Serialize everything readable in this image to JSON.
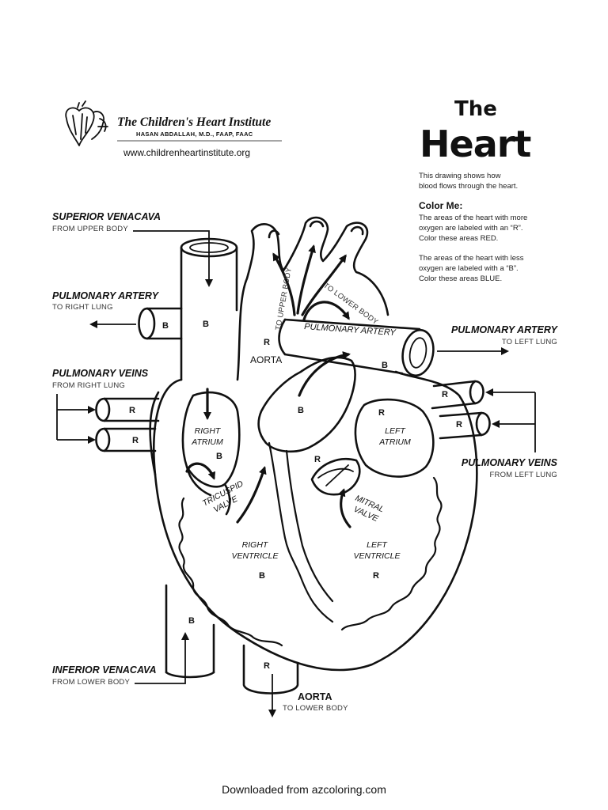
{
  "institute": {
    "name": "The Children's Heart Institute",
    "doctor": "HASAN ABDALLAH, M.D., FAAP, FAAC",
    "website": "www.childrenheartinstitute.org"
  },
  "title": {
    "the": "The",
    "heart": "Heart"
  },
  "intro": {
    "line1": "This drawing shows how",
    "line2": "blood flows through the heart."
  },
  "color_me": {
    "heading": "Color Me:",
    "red": [
      "The areas of the heart with more",
      "oxygen are labeled with an “R”.",
      "Color these areas RED."
    ],
    "blue": [
      "The areas of the heart with less",
      "oxygen are labeled with a “B”.",
      "Color these areas BLUE."
    ]
  },
  "labels": {
    "superior_venacava": {
      "title": "SUPERIOR VENACAVA",
      "sub": "FROM UPPER BODY"
    },
    "pulmonary_artery_right": {
      "title": "PULMONARY ARTERY",
      "sub": "TO RIGHT LUNG"
    },
    "pulmonary_veins_right": {
      "title": "PULMONARY VEINS",
      "sub": "FROM RIGHT LUNG"
    },
    "inferior_venacava": {
      "title": "INFERIOR VENACAVA",
      "sub": "FROM LOWER BODY"
    },
    "pulmonary_artery_left": {
      "title": "PULMONARY ARTERY",
      "sub": "TO LEFT LUNG"
    },
    "pulmonary_veins_left": {
      "title": "PULMONARY VEINS",
      "sub": "FROM LEFT LUNG"
    },
    "aorta_bottom": {
      "title": "AORTA",
      "sub": "TO LOWER BODY"
    }
  },
  "inner": {
    "to_upper_body": "TO UPPER BODY",
    "to_lower_body": "TO LOWER BODY",
    "pulmonary_artery": "PULMONARY ARTERY",
    "aorta": "AORTA",
    "right_atrium": [
      "RIGHT",
      "ATRIUM"
    ],
    "left_atrium": [
      "LEFT",
      "ATRIUM"
    ],
    "tricuspid_valve": [
      "TRICUSPID",
      "VALVE"
    ],
    "mitral_valve": [
      "MITRAL",
      "VALVE"
    ],
    "right_ventricle": [
      "RIGHT",
      "VENTRICLE"
    ],
    "left_ventricle": [
      "LEFT",
      "VENTRICLE"
    ]
  },
  "markers": [
    {
      "id": "svc",
      "letter": "B"
    },
    {
      "id": "pa-right",
      "letter": "B"
    },
    {
      "id": "aorta-arch",
      "letter": "R"
    },
    {
      "id": "pa-left",
      "letter": "B"
    },
    {
      "id": "pulmonary-trunk",
      "letter": "B"
    },
    {
      "id": "pv-right-upper",
      "letter": "R"
    },
    {
      "id": "pv-right-lower",
      "letter": "R"
    },
    {
      "id": "right-atrium",
      "letter": "B"
    },
    {
      "id": "left-atrium",
      "letter": "R"
    },
    {
      "id": "pv-left-upper",
      "letter": "R"
    },
    {
      "id": "pv-left-lower",
      "letter": "R"
    },
    {
      "id": "lv-outflow",
      "letter": "R"
    },
    {
      "id": "right-ventricle",
      "letter": "B"
    },
    {
      "id": "left-ventricle",
      "letter": "R"
    },
    {
      "id": "ivc",
      "letter": "B"
    },
    {
      "id": "aorta-lower",
      "letter": "R"
    }
  ],
  "footer": "Downloaded from azcoloring.com"
}
